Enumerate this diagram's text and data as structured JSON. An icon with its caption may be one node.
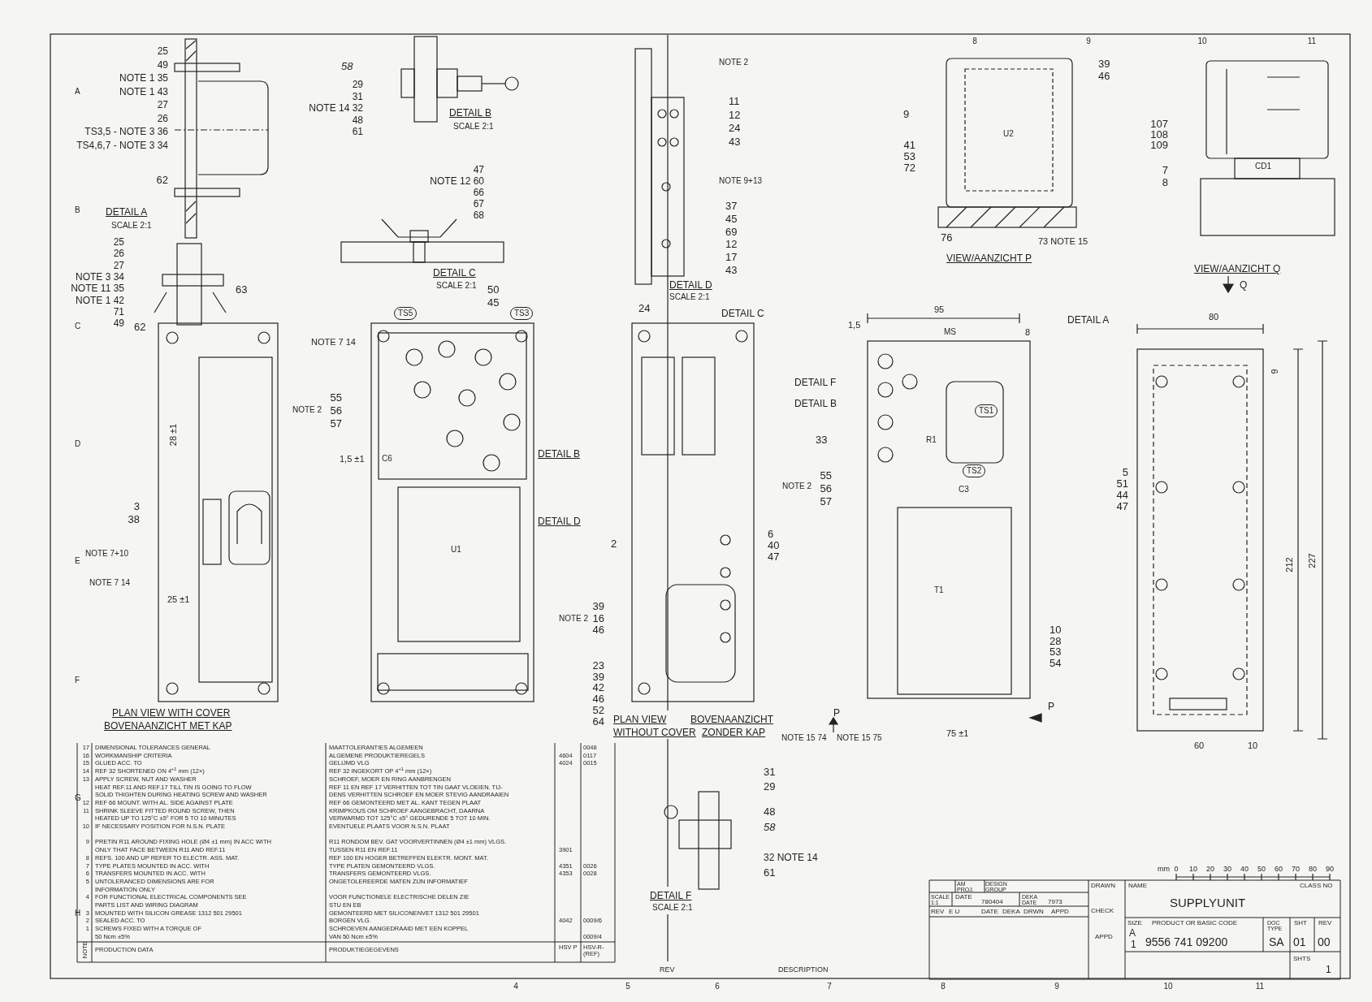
{
  "diagram": {
    "labels": [
      "25",
      "49",
      "NOTE 1 35",
      "NOTE 1 43",
      "27",
      "26",
      "TS3,5 - NOTE 3 36",
      "TS4,6,7 - NOTE 3 34",
      "62",
      "DETAIL A",
      "SCALE 2:1",
      "58",
      "29",
      "31",
      "NOTE 14 32",
      "48",
      "61",
      "DETAIL B",
      "SCALE 2:1",
      "47",
      "NOTE 12 60",
      "66",
      "67",
      "68",
      "DETAIL C",
      "SCALE 2:1",
      "25",
      "26",
      "27",
      "NOTE 3 34",
      "NOTE 11 35",
      "NOTE 1 42",
      "71",
      "49",
      "63",
      "62",
      "NOTE 7 14",
      "55",
      "56",
      "57",
      "NOTE 2",
      "50",
      "45",
      "TS5",
      "TS3",
      "DETAIL B",
      "DETAIL D",
      "U1",
      "C6",
      "28 ±1",
      "25 ±1",
      "1,5 ±1",
      "3",
      "38",
      "NOTE 7+10",
      "NOTE 7 14",
      "PLAN VIEW WITH COVER",
      "BOVENAANZICHT MET KAP",
      "NOTE 2",
      "11",
      "12",
      "24",
      "43",
      "NOTE 9+13",
      "37",
      "45",
      "69",
      "12",
      "17",
      "43",
      "DETAIL D",
      "SCALE 2:1",
      "24",
      "DETAIL C",
      "2",
      "6",
      "40",
      "47",
      "NOTE 2",
      "39",
      "16",
      "46",
      "23",
      "39",
      "42",
      "46",
      "52",
      "64",
      "PLAN VIEW",
      "WITHOUT COVER",
      "BOVENAANZICHT",
      "ZONDER KAP",
      "NOTE 15 74",
      "NOTE 15 75",
      "P",
      "P",
      "31",
      "29",
      "48",
      "58",
      "32 NOTE 14",
      "61",
      "DETAIL F",
      "SCALE 2:1",
      "39",
      "46",
      "9",
      "41",
      "53",
      "72",
      "U2",
      "76",
      "73 NOTE 15",
      "VIEW/AANZICHT P",
      "107",
      "108",
      "109",
      "7",
      "8",
      "CD1",
      "VIEW/AANZICHT Q",
      "Q",
      "95",
      "1,5",
      "MS",
      "8",
      "DETAIL A",
      "DETAIL F",
      "DETAIL B",
      "33",
      "R1",
      "C3",
      "TS1",
      "TS2",
      "NOTE 2",
      "55",
      "56",
      "57",
      "T1",
      "10",
      "28",
      "53",
      "54",
      "75 ±1",
      "80",
      "9",
      "5",
      "51",
      "44",
      "47",
      "212",
      "227",
      "60",
      "10",
      "17",
      "DIMENSIONAL TOLERANCES GENERAL",
      "MAATTOLERANTIES ALGEMEEN",
      "0048",
      "16",
      "WORKMANSHIP CRITERIA",
      "ALGEMENE PRODUKTIEREGELS",
      "4604",
      "0117",
      "15",
      "GLUED ACC. TO",
      "GELIJMD VLG",
      "4024",
      "0015",
      "14",
      "REF 32 SHORTENED ON 4$^{+1}$ mm (12×)",
      "REF 32 INGEKORT OP 4$^{+1}$ mm (12×)",
      "13",
      "APPLY SCREW, NUT AND WASHER",
      "SCHROEF, MOER EN RING AANBRENGEN",
      "HEAT REF.11 AND REF.17 TILL TIN IS GOING TO FLOW",
      "REF 11 EN REF 17 VERHITTEN TOT TIN GAAT VLOEIEN. TIJ-",
      "SOLID THIGHTEN DURING HEATING SCREW AND WASHER",
      "DENS VERHITTEN SCHROEF EN MOER STEVIG AANDRAAIEN",
      "12",
      "REF 66 MOUNT. WITH AL. SIDE AGAINST PLATE",
      "REF 66 GEMONTEERD MET AL. KANT TEGEN PLAAT",
      "11",
      "SHRINK SLEEVE FITTED ROUND SCREW, THEN",
      "KRIMPKOUS OM SCHROEF AANGEBRACHT, DAARNA",
      "HEATED UP TO 125°C ±5° FOR 5 TO 10 MINUTES",
      "VERWARMD TOT 125°C ±5° GEDURENDE 5 TOT 10 MIN.",
      "10",
      "IF NECESSARY POSITION FOR N.S.N. PLATE",
      "EVENTUELE PLAATS VOOR N.S.N. PLAAT",
      "9",
      "PRETIN R11 AROUND FIXING HOLE (Ø4 ±1 mm) IN ACC WITH",
      "R11 RONDOM BEV. GAT VOORVERTINNEN (Ø4 ±1 mm) VLGS.",
      "ONLY THAT FACE BETWEEN R11 AND REF.11",
      "TUSSEN R11 EN REF.11",
      "3901",
      "8",
      "REFS. 100 AND UP REFER TO ELECTR. ASS. MAT.",
      "REF 100 EN HOGER BETREFFEN ELEKTR. MONT. MAT.",
      "7",
      "TYPE PLATES MOUNTED IN ACC. WITH",
      "TYPE PLATEN GEMONTEERD VLGS.",
      "4351",
      "0026",
      "6",
      "TRANSFERS MOUNTED IN ACC. WITH",
      "TRANSFERS GEMONTEERD VLGS.",
      "4353",
      "0028",
      "5",
      "UNTOLERANCED DIMENSIONS ARE FOR",
      "ONGETOLEREERDE MATEN ZIJN INFORMATIEF",
      "INFORMATION ONLY",
      "4",
      "FOR FUNCTIONAL ELECTRICAL COMPONENTS SEE",
      "VOOR FUNCTIONELE ELECTRISCHE DELEN ZIE",
      "PARTS LIST AND WIRING DIAGRAM",
      "STU EN EB",
      "3",
      "MOUNTED WITH SILICON GREASE 1312 501 29501",
      "GEMONTEERD MET SILICONENVET 1312 501 29501",
      "2",
      "SEALED ACC. TO",
      "BORGEN VLG.",
      "4042",
      "0009/6",
      "1",
      "SCREWS FIXED WITH A TORQUE OF",
      "SCHROEVEN AANGEDRAAID MET EEN KOPPEL",
      "50 Ncm ±5%",
      "VAN 50 Ncm ±5%",
      "0009/4",
      "NOTE",
      "PRODUCTION DATA",
      "PRODUKTIEGEGEVENS",
      "HSV P",
      "HSV-R- (REF)",
      "AM PROJ.",
      "DESIGN GROUP",
      "SCALE 1:1",
      "DATE",
      "780404",
      "DEKA DATE",
      "7973",
      "REV",
      "E U",
      "DATE",
      "DEKA",
      "DRWN",
      "APPD",
      "DRAWN",
      "NAME",
      "CLASS NO",
      "SUPPLYUNIT",
      "CHECK",
      "APPD",
      "SIZE",
      "PRODUCT OR BASIC CODE",
      "DOC TYPE",
      "SHT",
      "REV",
      "A",
      "1",
      "9556 741 09200",
      "SA",
      "01",
      "00",
      "SHTS",
      "1",
      "mm",
      "0",
      "10",
      "20",
      "30",
      "40",
      "50",
      "60",
      "70",
      "80",
      "90",
      "A",
      "B",
      "C",
      "D",
      "E",
      "F",
      "G",
      "H",
      "8",
      "9",
      "10",
      "11",
      "4",
      "5",
      "6",
      "7",
      "8",
      "9",
      "10",
      "11",
      "REV",
      "DESCRIPTION"
    ]
  }
}
